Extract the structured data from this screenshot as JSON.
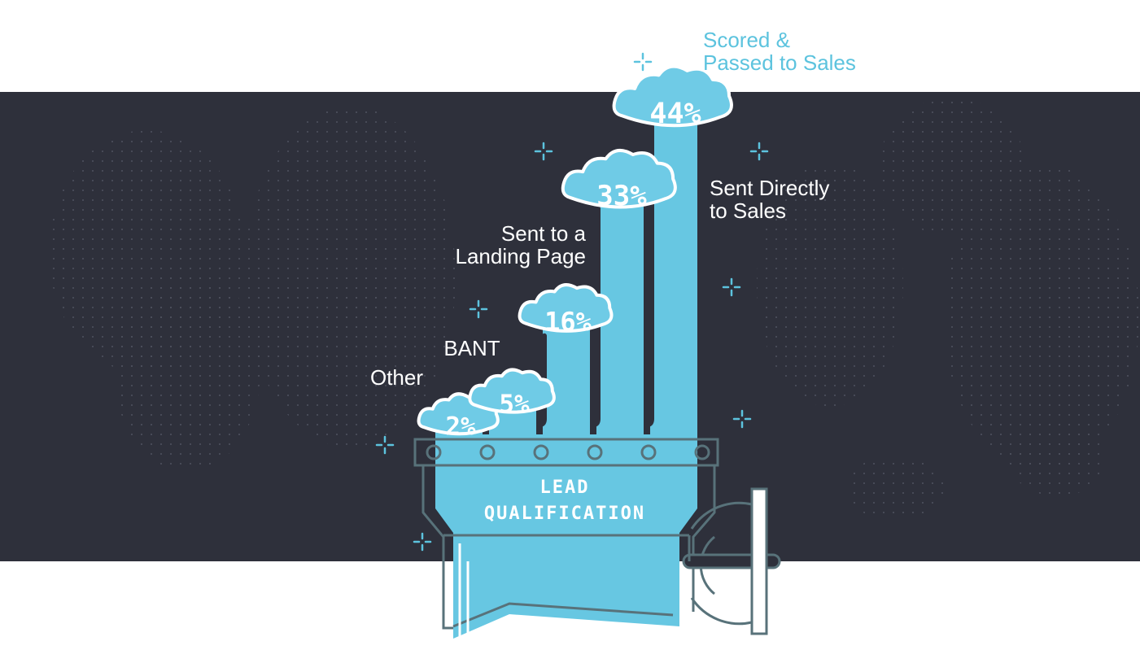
{
  "chart_data": {
    "type": "bar",
    "categories": [
      "Other",
      "BANT",
      "Sent to a Landing Page",
      "Sent Directly to Sales",
      "Scored & Passed to Sales"
    ],
    "category_lines": [
      [
        "Other"
      ],
      [
        "BANT"
      ],
      [
        "Sent to a",
        "Landing Page"
      ],
      [
        "Sent Directly",
        "to Sales"
      ],
      [
        "Scored &",
        "Passed to Sales"
      ]
    ],
    "values": [
      2,
      5,
      16,
      33,
      44
    ],
    "value_labels": [
      "2%",
      "5%",
      "16%",
      "33%",
      "44%"
    ],
    "base_label_lines": [
      "LEAD",
      "QUALIFICATION"
    ]
  },
  "colors": {
    "background_band": "#2e303b",
    "bar": "#67c7e2",
    "bar_shadow": "#4aa9c6",
    "outline": "#58727a",
    "cloud": "#6fcbe6",
    "cloud_outline": "#ffffff",
    "label_white": "#ffffff",
    "label_accent": "#5cc3de",
    "sparkle": "#5cc3de",
    "dot_pattern": "#4a4d5a"
  },
  "icons": {
    "sparkle": "sparkle-icon",
    "cloud": "cloud-icon"
  }
}
